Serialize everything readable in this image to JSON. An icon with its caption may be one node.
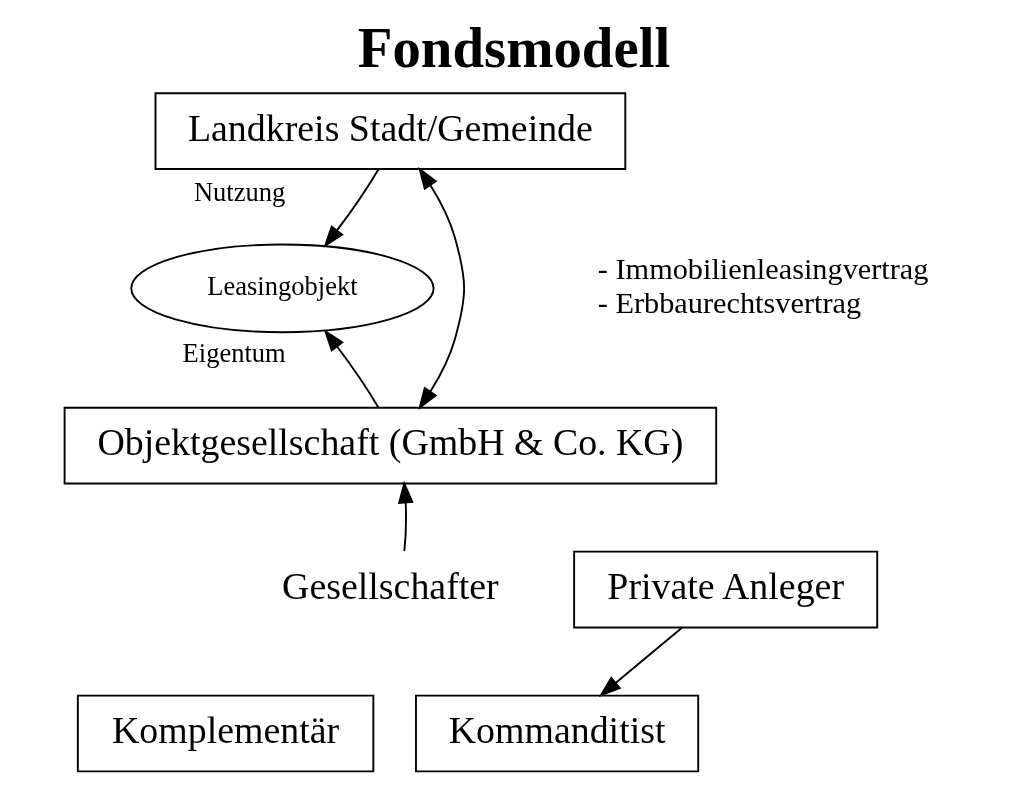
{
  "diagram": {
    "title": "Fondsmodell",
    "nodes": [
      {
        "text": [
          "Landkreis Stadt/Gemeinde"
        ]
      },
      {
        "text": [
          "Leasingobjekt"
        ]
      },
      {
        "text": [
          "Objektgesellschaft (GmbH & Co. KG)"
        ]
      },
      {
        "text": [
          "Private Anleger"
        ]
      },
      {
        "text": [
          "Komplementär"
        ]
      },
      {
        "text": [
          "Kommanditist"
        ]
      },
      {
        "text": [
          "Gesellschafter"
        ]
      }
    ],
    "edges": [
      {
        "from": 0,
        "to": 1,
        "arrow": "to",
        "label": "Nutzung"
      },
      {
        "from": 2,
        "to": 1,
        "arrow": "to",
        "label": "Eigentum"
      },
      {
        "from": 0,
        "to": 2,
        "arrow": "both"
      },
      {
        "from": 6,
        "to": 2,
        "arrow": "to"
      },
      {
        "from": 3,
        "to": 5,
        "arrow": "to"
      }
    ],
    "labels": [
      "- Immobilienleasingvertrag",
      "- Erbbaurechtsvertrag"
    ]
  }
}
